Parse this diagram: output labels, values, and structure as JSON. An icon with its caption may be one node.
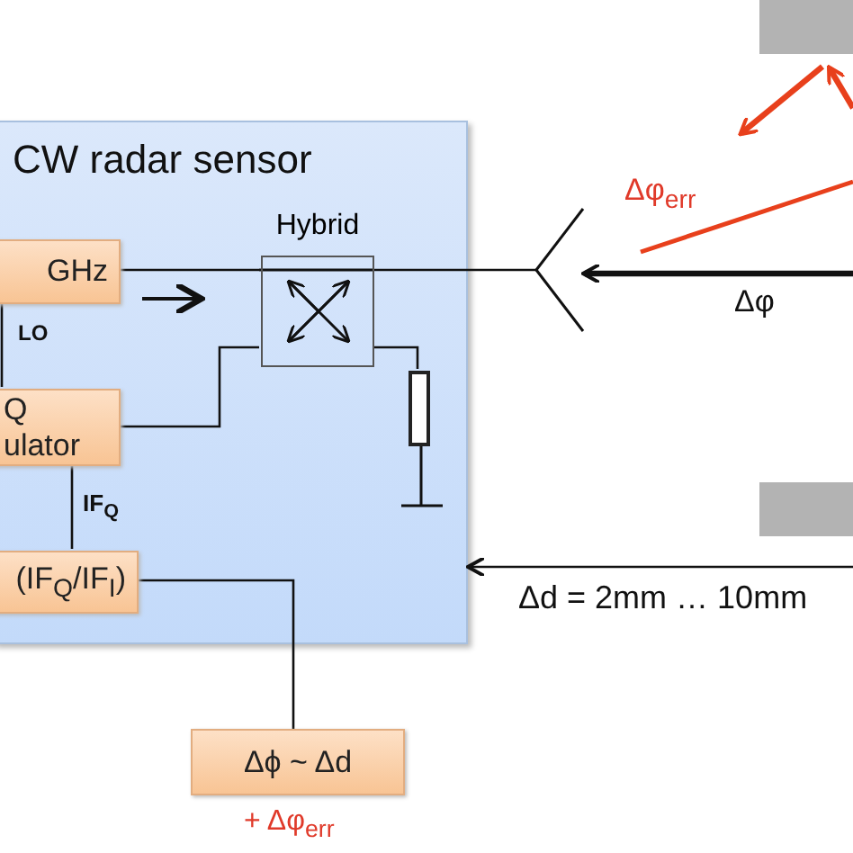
{
  "diagram": {
    "nodes": [
      {
        "text": [
          "CW radar sensor"
        ]
      },
      {
        "text": [
          "GHz"
        ],
        "in": 0
      },
      {
        "text": [
          "Hybrid"
        ],
        "in": 0
      },
      {
        "text": [
          "Q ulator"
        ],
        "in": 0
      },
      {
        "text": [],
        "shape": "resistor",
        "in": 0
      },
      {
        "text": [
          "(IF$_{Q}$/IF$_{I}$)"
        ],
        "in": 0
      },
      {
        "text": [
          "Δϕ ~ Δd"
        ],
        "beside": [
          "+ Δφ$_{err}$"
        ]
      },
      {
        "text": [],
        "shape": "antenna"
      },
      {
        "text": [],
        "shape": "bar"
      },
      {
        "text": [],
        "shape": "bar"
      }
    ],
    "edges": [
      {
        "from": 1,
        "to": 2,
        "arrow": "none"
      },
      {
        "from": 2,
        "to": 7,
        "arrow": "none"
      },
      {
        "from": 1,
        "to": 3,
        "arrow": "none",
        "label": "LO"
      },
      {
        "from": 2,
        "to": 3,
        "arrow": "none"
      },
      {
        "from": 2,
        "to": 4,
        "arrow": "none"
      },
      {
        "from": 3,
        "to": 5,
        "arrow": "none",
        "label": "IF$_{Q}$"
      },
      {
        "from": 5,
        "to": 6,
        "arrow": "none"
      },
      {
        "from": null,
        "to": 7,
        "arrow": "to",
        "label": "Δφ",
        "style": "thick"
      },
      {
        "from": 8,
        "to": null,
        "arrow": "to",
        "color": "#e8401c",
        "style": "thick"
      },
      {
        "from": null,
        "to": 8,
        "arrow": "to",
        "color": "#e8401c",
        "style": "thick"
      },
      {
        "from": null,
        "to": 0,
        "arrow": "to",
        "label": "Δd = 2mm … 10mm"
      }
    ],
    "labels": [
      "Δφ$_{err}$"
    ]
  }
}
